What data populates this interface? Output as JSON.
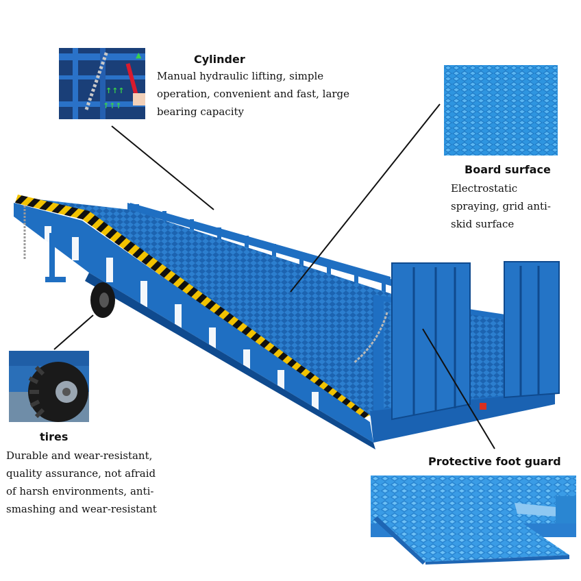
{
  "features": {
    "cylinder": {
      "title": "Cylinder",
      "description": [
        "Manual hydraulic lifting, simple",
        "operation, convenient and fast, large",
        "bearing capacity"
      ]
    },
    "board_surface": {
      "title": "Board surface",
      "description": [
        "Electrostatic",
        "spraying, grid anti-",
        "skid surface"
      ]
    },
    "tires": {
      "title": "tires",
      "description": [
        "Durable and wear-resistant,",
        "quality assurance, not afraid",
        "of harsh environments, anti-",
        "smashing and wear-resistant"
      ]
    },
    "foot_guard": {
      "title": "Protective foot guard"
    }
  },
  "colors": {
    "steel_blue": "#1f6fc2",
    "dark_blue": "#0f4a8e",
    "light_blue": "#3aa0ea",
    "hazard_yellow": "#f2c200",
    "hazard_black": "#111111"
  }
}
